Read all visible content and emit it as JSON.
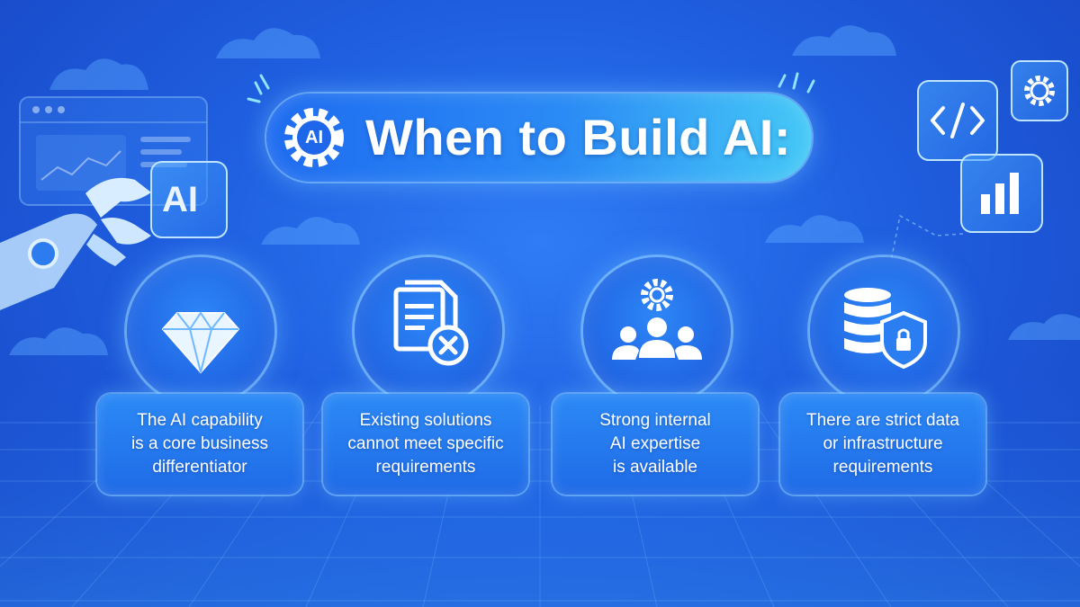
{
  "title": "When to Build AI:",
  "title_icon_label": "AI",
  "robot_badge_label": "AI",
  "colors": {
    "background": "#1f5fe0",
    "accent_cyan": "#46c9f6",
    "card": "#2c8af6"
  },
  "items": [
    {
      "icon": "diamond-icon",
      "text": "The AI capability\nis a core business\ndifferentiator"
    },
    {
      "icon": "document-x-icon",
      "text": "Existing solutions\ncannot meet specific\nrequirements"
    },
    {
      "icon": "team-gear-icon",
      "text": "Strong internal\nAI expertise\nis available"
    },
    {
      "icon": "database-shield-icon",
      "text": "There are strict data\nor infrastructure\nrequirements"
    }
  ],
  "decor_icons": [
    "code-icon",
    "settings-icon",
    "bar-chart-icon",
    "browser-window-icon",
    "robot-hand-icon",
    "cloud-icon"
  ]
}
